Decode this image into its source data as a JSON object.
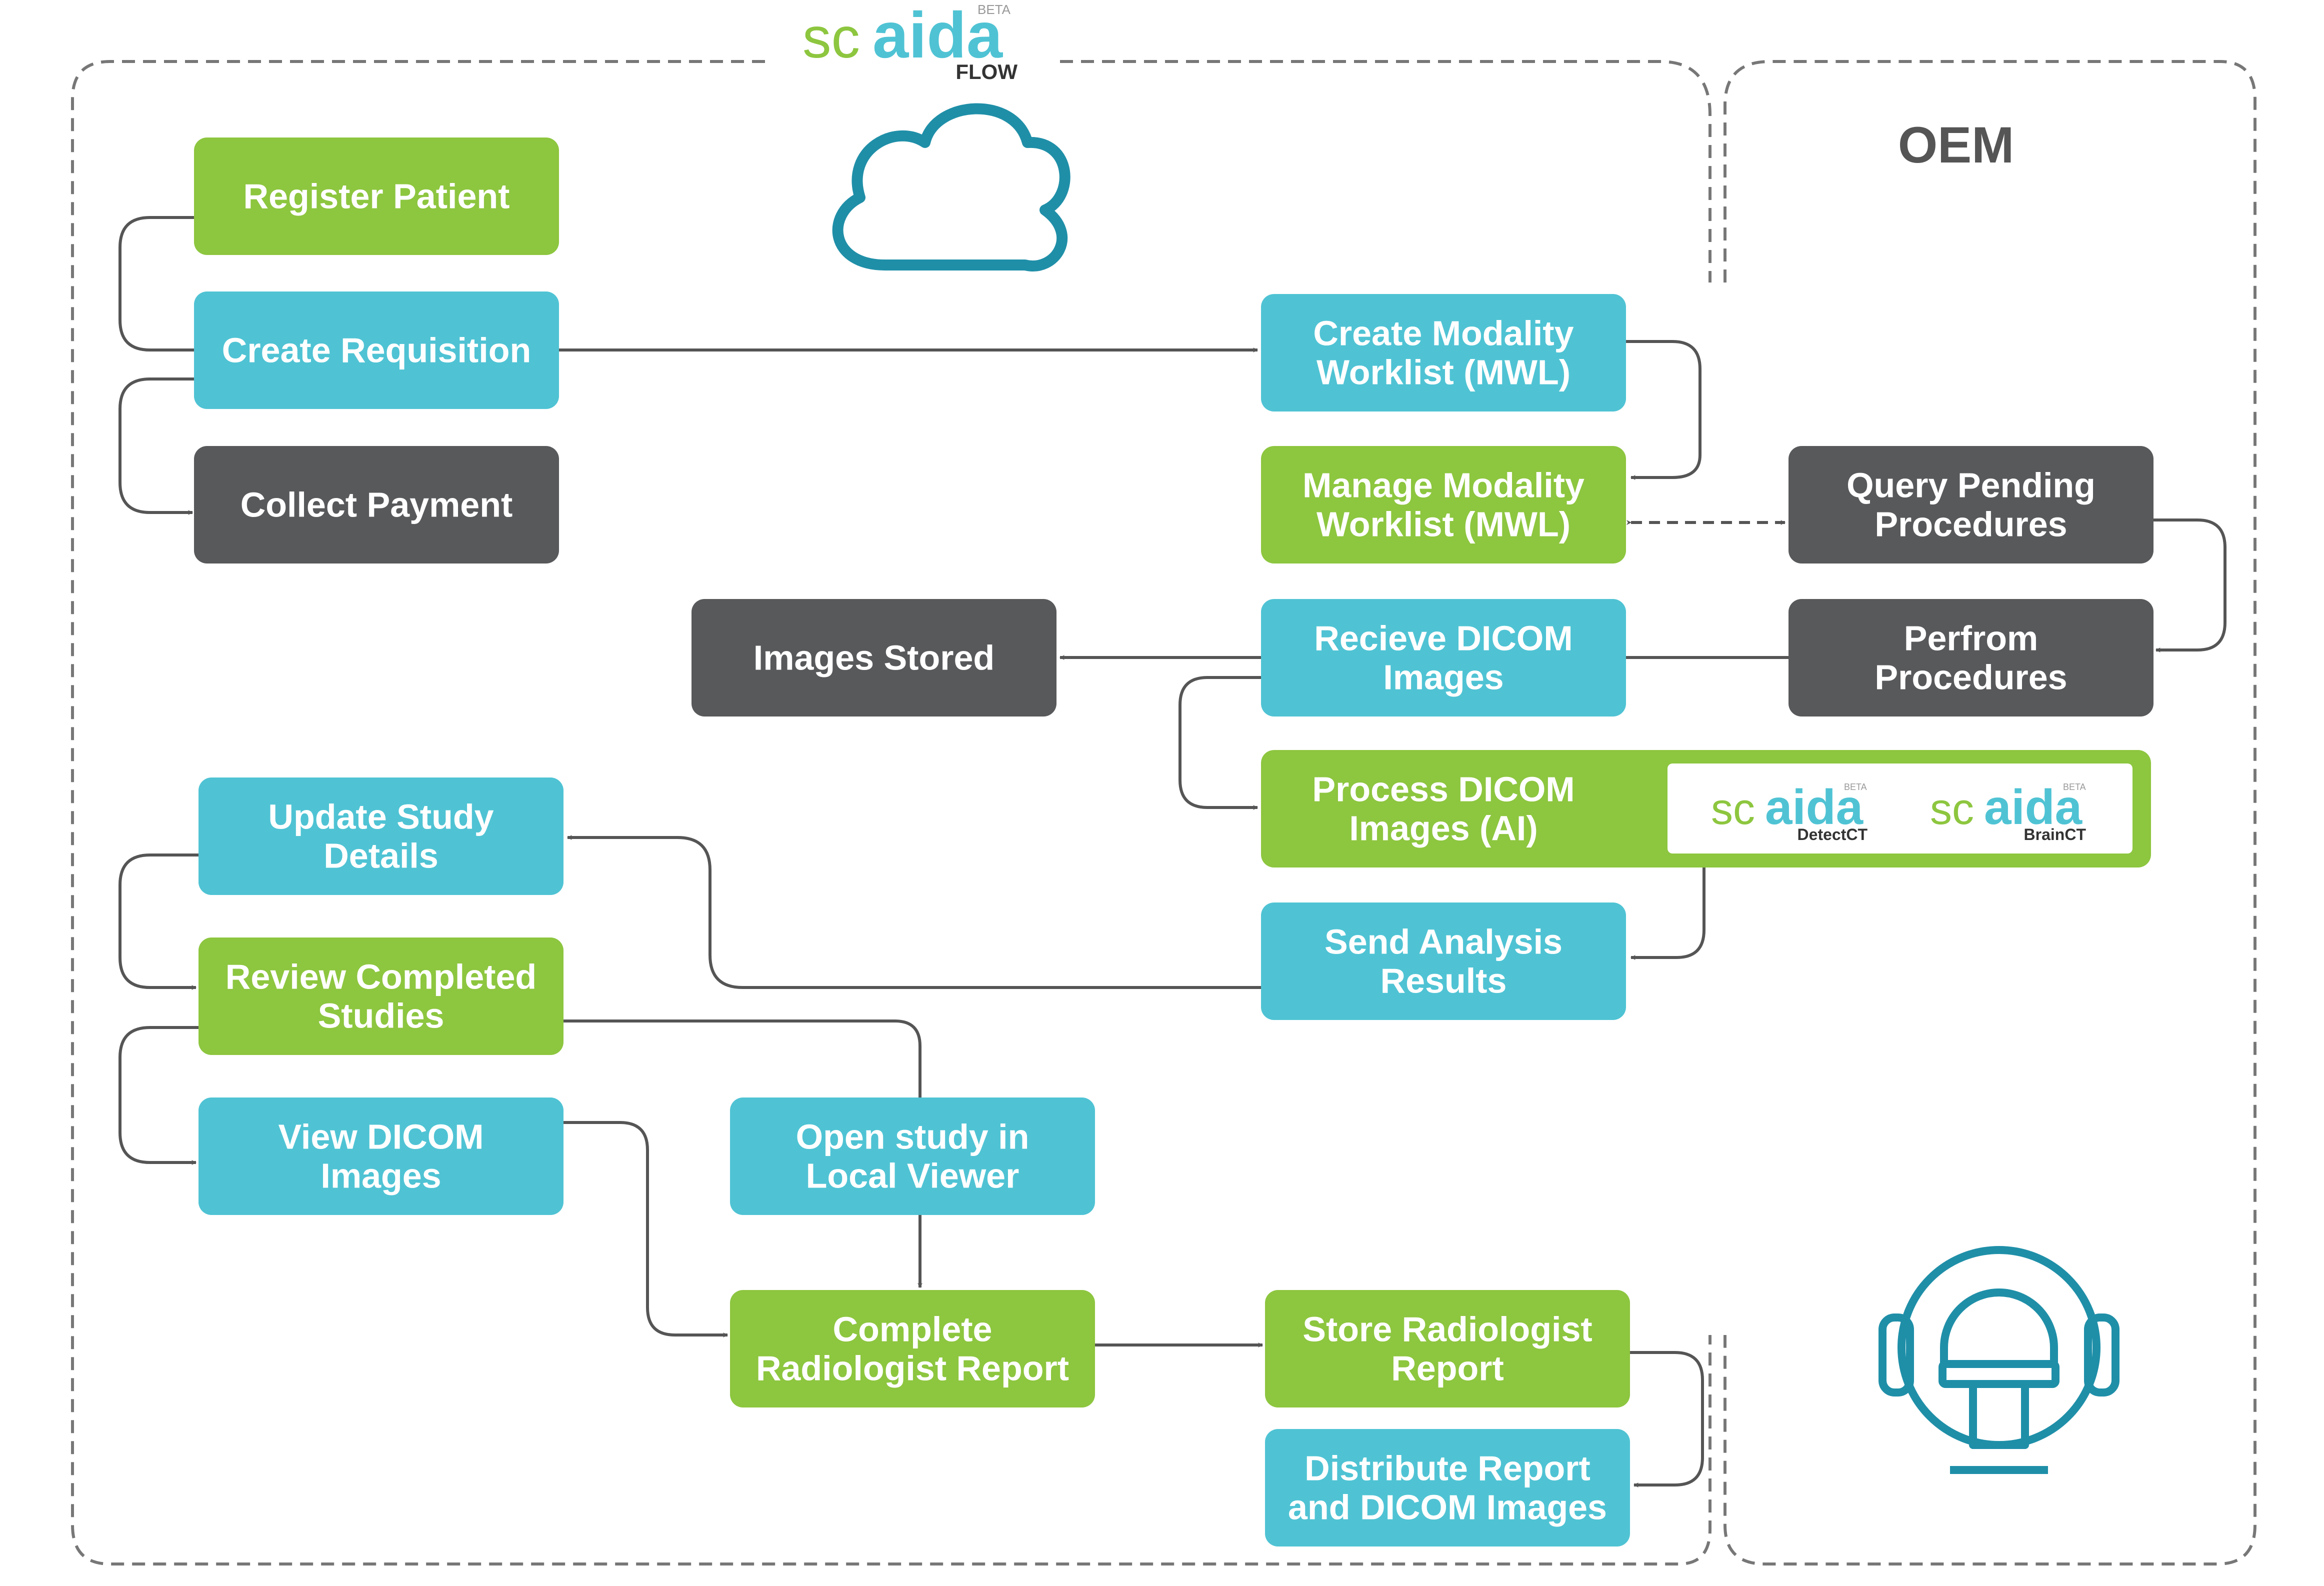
{
  "colors": {
    "green": "#8dc63f",
    "cyan": "#4fc3d4",
    "dark": "#58595b",
    "line": "#555555",
    "border": "#777777",
    "icon": "#1f8fa8"
  },
  "header_logo": {
    "sc": "sc",
    "aida": "aida",
    "beta": "BETA",
    "sub": "FLOW"
  },
  "regions": {
    "oem_label": "OEM"
  },
  "icons": {
    "cloud": "cloud-icon",
    "scanner": "ct-scanner-icon"
  },
  "nodes": {
    "register_patient": {
      "lines": [
        "Register Patient"
      ],
      "color": "green"
    },
    "create_requisition": {
      "lines": [
        "Create Requisition"
      ],
      "color": "cyan"
    },
    "collect_payment": {
      "lines": [
        "Collect Payment"
      ],
      "color": "dark"
    },
    "create_mwl": {
      "lines": [
        "Create Modality",
        "Worklist (MWL)"
      ],
      "color": "cyan"
    },
    "manage_mwl": {
      "lines": [
        "Manage Modality",
        "Worklist (MWL)"
      ],
      "color": "green"
    },
    "query_pending": {
      "lines": [
        "Query Pending",
        "Procedures"
      ],
      "color": "dark"
    },
    "perform_procedures": {
      "lines": [
        "Perfrom",
        "Procedures"
      ],
      "color": "dark"
    },
    "receive_dicom": {
      "lines": [
        "Recieve DICOM",
        "Images"
      ],
      "color": "cyan"
    },
    "images_stored": {
      "lines": [
        "Images Stored"
      ],
      "color": "dark"
    },
    "process_dicom": {
      "lines": [
        "Process DICOM",
        "Images (AI)"
      ],
      "color": "green"
    },
    "update_study": {
      "lines": [
        "Update Study",
        "Details"
      ],
      "color": "cyan"
    },
    "send_analysis": {
      "lines": [
        "Send Analysis",
        "Results"
      ],
      "color": "cyan"
    },
    "review_completed": {
      "lines": [
        "Review Completed",
        "Studies"
      ],
      "color": "green"
    },
    "view_dicom": {
      "lines": [
        "View DICOM",
        "Images"
      ],
      "color": "cyan"
    },
    "open_local": {
      "lines": [
        "Open study in",
        "Local Viewer"
      ],
      "color": "cyan"
    },
    "complete_report": {
      "lines": [
        "Complete",
        "Radiologist Report"
      ],
      "color": "green"
    },
    "store_report": {
      "lines": [
        "Store Radiologist",
        "Report"
      ],
      "color": "green"
    },
    "distribute_report": {
      "lines": [
        "Distribute Report",
        "and DICOM Images"
      ],
      "color": "cyan"
    }
  },
  "ai_modules": [
    {
      "sc": "sc",
      "aida": "aida",
      "beta": "BETA",
      "sub": "DetectCT"
    },
    {
      "sc": "sc",
      "aida": "aida",
      "beta": "BETA",
      "sub": "BrainCT"
    }
  ]
}
